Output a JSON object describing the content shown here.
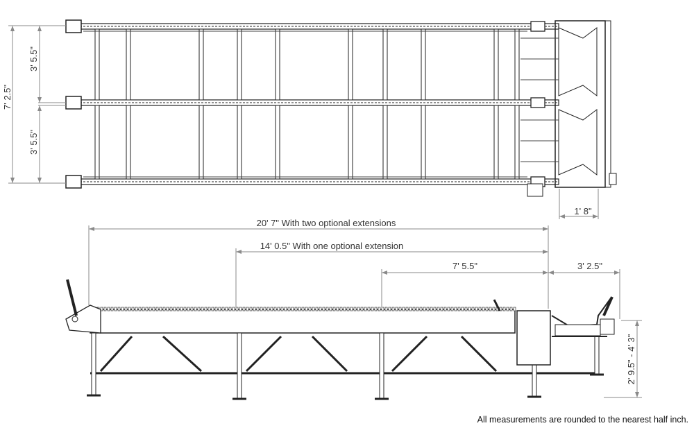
{
  "top_view": {
    "overall_width": "7' 2.5\"",
    "lane_width_upper": "3' 5.5\"",
    "lane_width_lower": "3' 5.5\"",
    "end_section_width": "1' 8\""
  },
  "side_view": {
    "length_two_extensions": "20' 7\" With two optional extensions",
    "length_one_extension": "14' 0.5\" With one optional extension",
    "base_length": "7' 5.5\"",
    "end_section_length": "3' 2.5\"",
    "height_range": "2' 9.5\" - 4' 3\""
  },
  "footnote": "All measurements are rounded to the nearest half inch."
}
